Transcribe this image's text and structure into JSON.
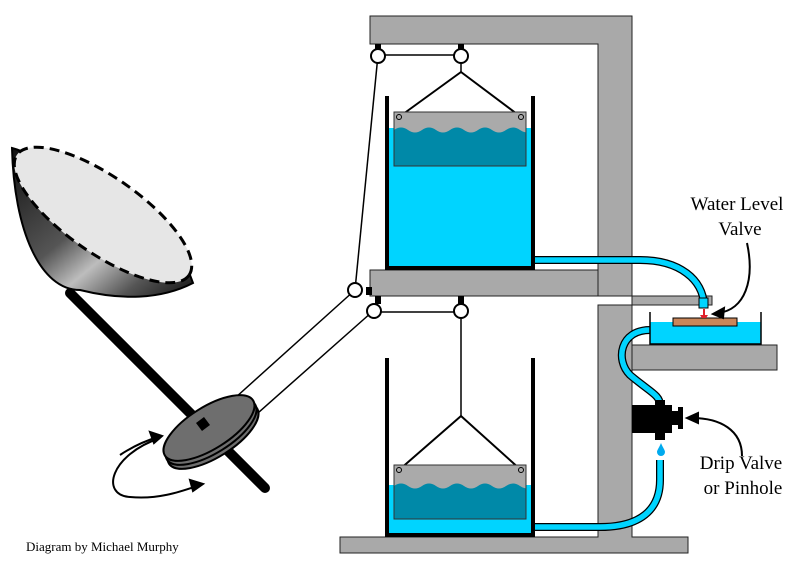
{
  "diagram": {
    "title": "Solar tracker water clock mechanism",
    "labels": {
      "water_level_valve_line1": "Water Level",
      "water_level_valve_line2": "Valve",
      "drip_valve_line1": "Drip Valve",
      "drip_valve_line2": "or Pinhole",
      "credit": "Diagram by Michael Murphy"
    },
    "colors": {
      "frame_gray": "#a9a9a9",
      "water": "#00d4ff",
      "counterweight_water": "#0089a8",
      "counterweight_body": "#aaaaaa",
      "float": "#c9865a",
      "valve_tip": "#e0202a",
      "dish_rim": "#e6e6e6",
      "pulley_disk": "#6e6e6e",
      "outline": "#000000"
    },
    "components": [
      "solar-dish",
      "axle",
      "pulley-wheel",
      "rotation-arrow",
      "upper-tank",
      "lower-tank",
      "upper-counterweight",
      "lower-counterweight",
      "support-frame",
      "water-level-valve",
      "drip-valve",
      "tubing"
    ]
  }
}
